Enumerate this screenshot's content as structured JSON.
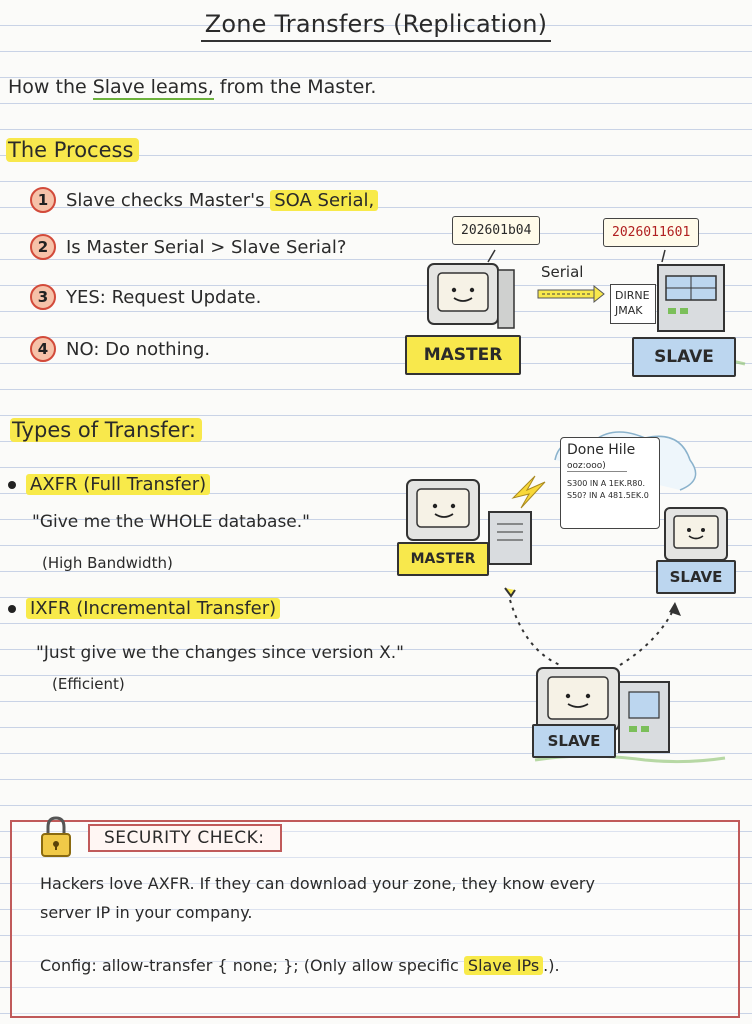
{
  "title": "Zone Transfers (Replication)",
  "intro": {
    "before": "How the ",
    "highlight": "Slave leams,",
    "after": " from the Master."
  },
  "process": {
    "heading": "The Process",
    "steps": [
      {
        "num": "1",
        "text": "Slave checks Master's ",
        "highlight": "SOA Serial,"
      },
      {
        "num": "2",
        "text": "Is Master Serial > Slave Serial?"
      },
      {
        "num": "3",
        "text": "YES: Request Update."
      },
      {
        "num": "4",
        "text": "NO: Do nothing."
      }
    ]
  },
  "diagram1": {
    "master_serial": "202601b04",
    "slave_serial": "2026011601",
    "arrow_label": "Serial",
    "doc_line1": "DIRNE",
    "doc_line2": "JMAK",
    "master_label": "MASTER",
    "slave_label": "SLAVE"
  },
  "types": {
    "heading": "Types of Transfer:",
    "axfr": {
      "name": "AXFR (Full Transfer)",
      "quote": "\"Give  me the WHOLE database.\"",
      "note": "(High Bandwidth)"
    },
    "ixfr": {
      "name": "IXFR (Incremental Transfer)",
      "quote": "\"Just give we the changes since version X.\"",
      "note": "(Efficient)"
    }
  },
  "diagram2": {
    "doc_title": "Done Hile",
    "doc_sub": "ooz:ooo)",
    "doc_line1": "S300 IN A 1EK.R80.",
    "doc_line2": "S50? IN A 481.5EK.0",
    "master_label": "MASTER",
    "slave_label": "SLAVE",
    "slave2_label": "SLAVE"
  },
  "security": {
    "label": "SECURITY CHECK:",
    "line1": "Hackers love AXFR. If they can download your zone, they know every",
    "line2": "server IP in your company.",
    "config_before": "Config: allow-transfer { none; }; (Only allow specific ",
    "config_highlight": "Slave IPs",
    "config_after": ".)."
  },
  "colors": {
    "highlight": "#f8ea4a",
    "master_box": "#f8e84c",
    "slave_box": "#bcd6ef",
    "security_border": "#c05a5a"
  }
}
